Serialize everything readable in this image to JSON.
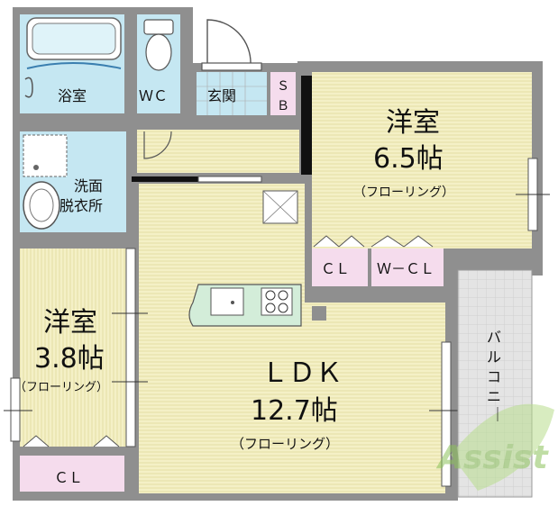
{
  "rooms": {
    "bath": "浴室",
    "wc": "ＷＣ",
    "entrance": "玄関",
    "shoe_box": "ＳＢ",
    "washroom": "洗面\n脱衣所",
    "bedroom_1": {
      "name": "洋室",
      "size": "6.5帖",
      "floor": "（フローリング）"
    },
    "bedroom_2": {
      "name": "洋室",
      "size": "3.8帖",
      "floor": "（フローリング）"
    },
    "ldk": {
      "name": "ＬＤＫ",
      "size": "12.7帖",
      "floor": "（フローリング）"
    },
    "closet_1": "ＣＬ",
    "walk_in_closet": "Ｗ－ＣＬ",
    "closet_2": "ＣＬ",
    "balcony": "バルコニー"
  },
  "watermark": "Assist",
  "colors": {
    "wall": "#8a8a8a",
    "floor_wood": "#f4f0c6",
    "floor_stripe": "#e6e0a8",
    "wet_area": "#c5e7f2",
    "closet": "#f5dced",
    "balcony": "#e2e2e2",
    "watermark": "#9ccc6a"
  }
}
